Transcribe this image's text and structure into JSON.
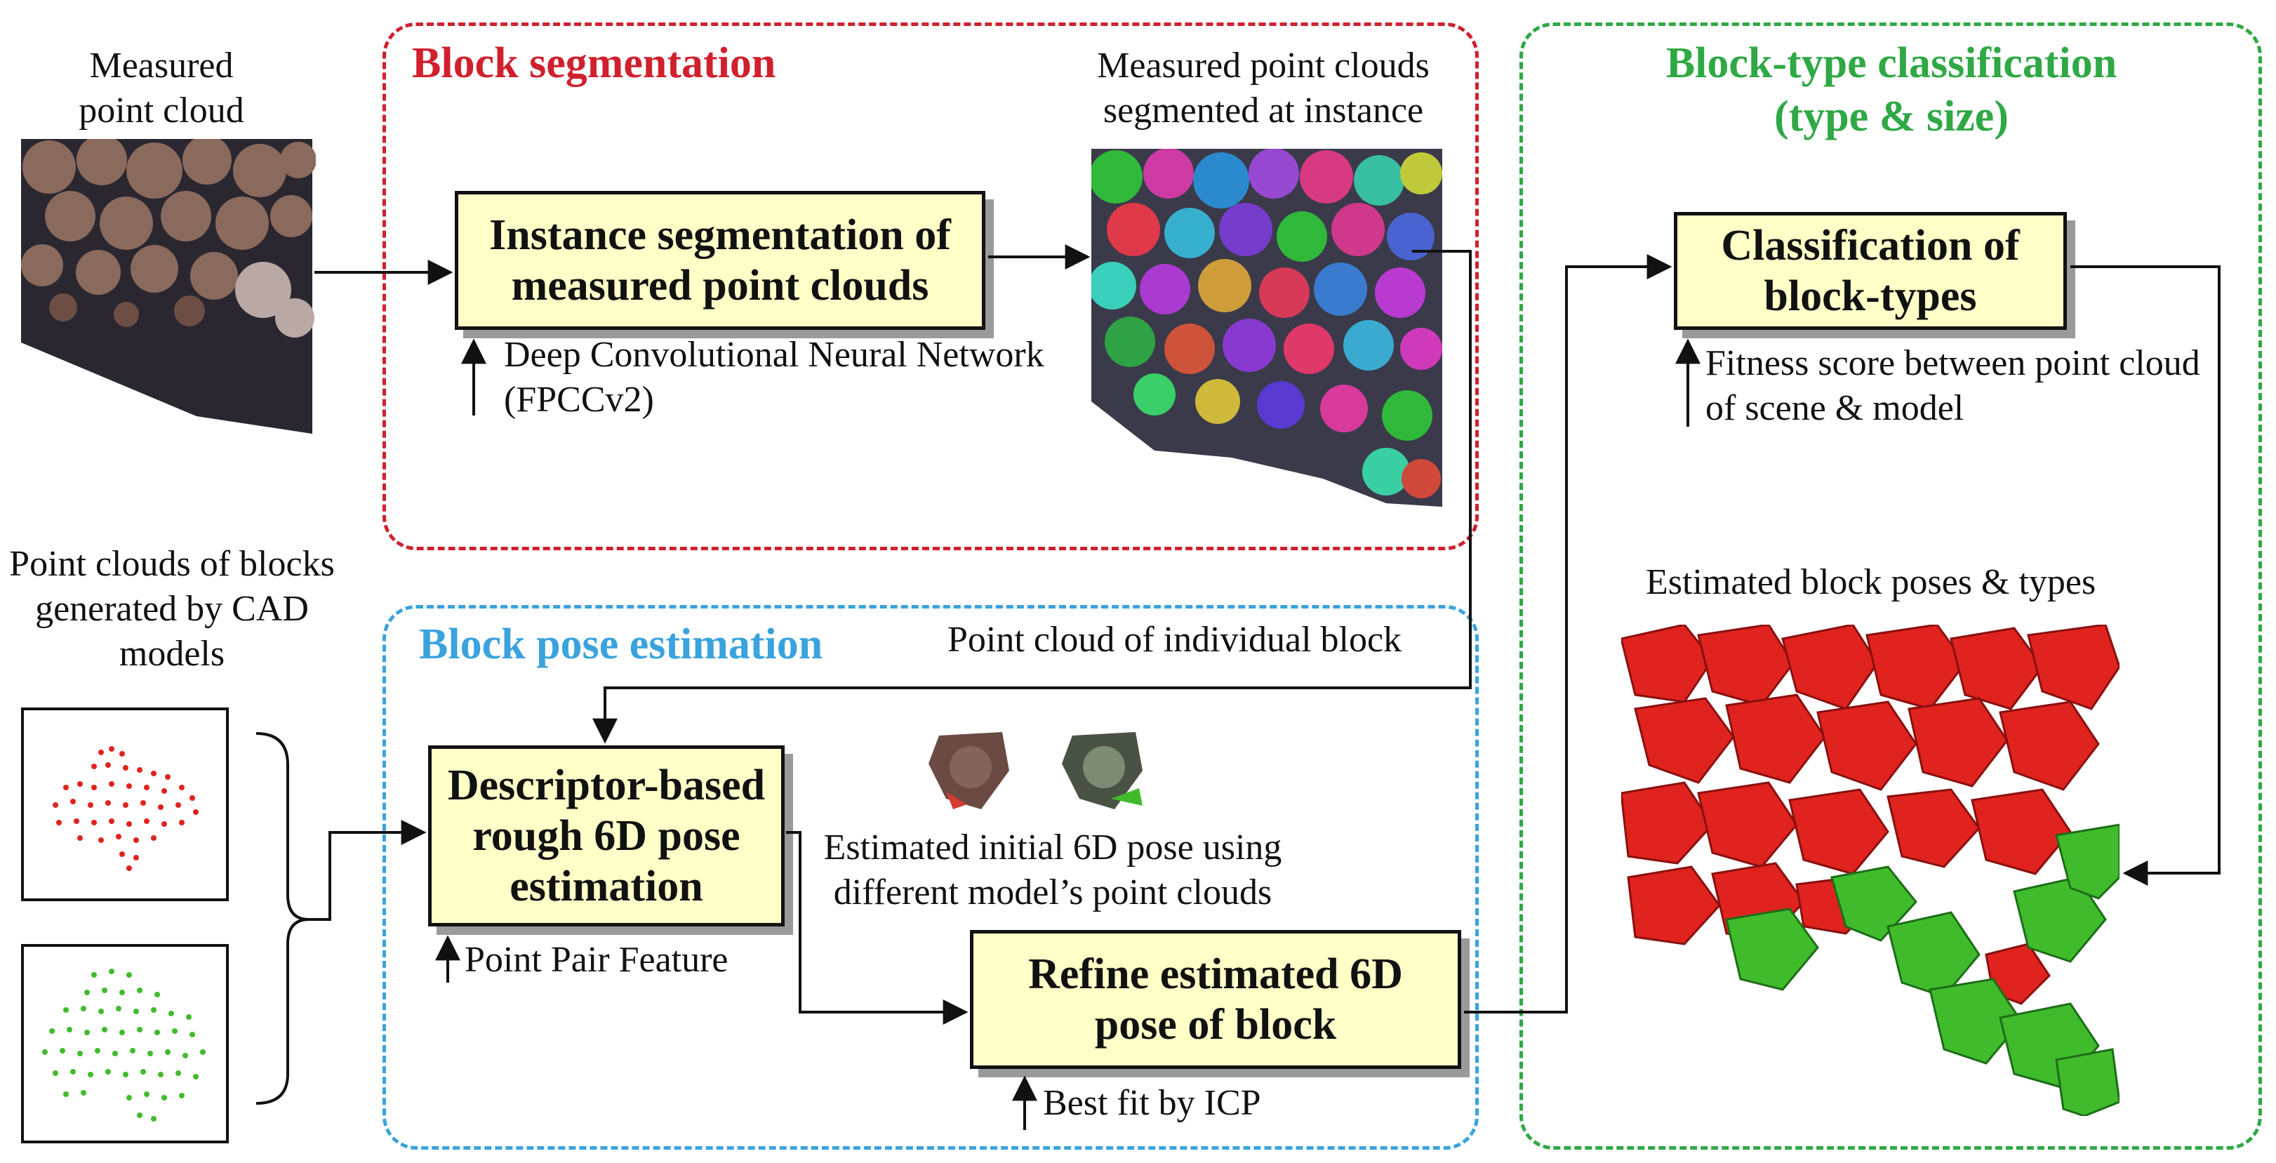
{
  "colors": {
    "segmentation": "#d0202e",
    "pose": "#3aa3dd",
    "classification": "#2fa845",
    "box_fill": "#ffffc8",
    "block_red": "#e0231e",
    "block_green": "#40bb2c"
  },
  "input": {
    "measured_label": "Measured point cloud",
    "cad_label": "Point clouds of blocks generated by CAD models"
  },
  "segmentation": {
    "title": "Block segmentation",
    "box_label": "Instance segmentation of measured point clouds",
    "method_label": "Deep Convolutional Neural Network (FPCCv2)",
    "output_label": "Measured point clouds segmented at instance"
  },
  "pose": {
    "title": "Block pose estimation",
    "individual_label": "Point cloud of individual block",
    "rough_box_label": "Descriptor-based rough 6D pose estimation",
    "rough_method_label": "Point Pair Feature",
    "initial_pose_label": "Estimated initial 6D pose using different model’s point clouds",
    "refine_box_label": "Refine estimated 6D pose of block",
    "refine_method_label": "Best fit by ICP"
  },
  "classification": {
    "title": "Block-type classification (type & size)",
    "box_label": "Classification of block-types",
    "method_label": "Fitness score between point cloud of scene & model",
    "result_label": "Estimated block poses & types"
  }
}
